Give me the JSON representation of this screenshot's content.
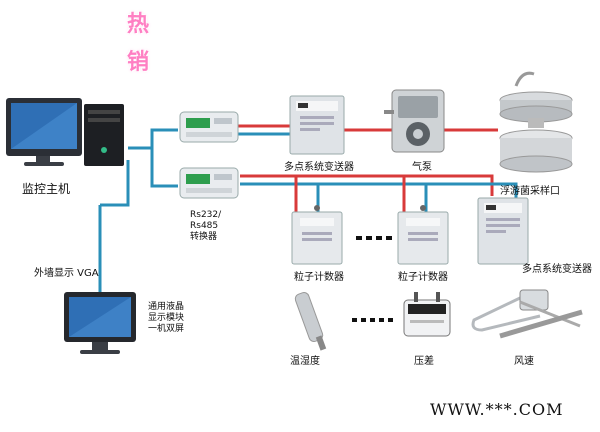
{
  "promo_badge": "热销",
  "labels": {
    "host": "监控主机",
    "converter": "Rs232/\nRs485\n转换器",
    "transmitter_top": "多点系统变送器",
    "air_pump": "气泵",
    "sampler": "浮游菌采样口",
    "particle_counter_1": "粒子计数器",
    "particle_counter_2": "粒子计数器",
    "transmitter_bottom": "多点系统变送器",
    "external_display": "外墙显示  VGA",
    "lcd_module": "通用液晶\n显示模块\n一机双屏",
    "temp_humidity": "温湿度",
    "pressure_diff": "压差",
    "wind_speed": "风速"
  },
  "watermark": "WWW.***.COM",
  "colors": {
    "line_red": "#d83a3a",
    "line_blue": "#2a8fb8",
    "badge": "#ff7fc3"
  }
}
